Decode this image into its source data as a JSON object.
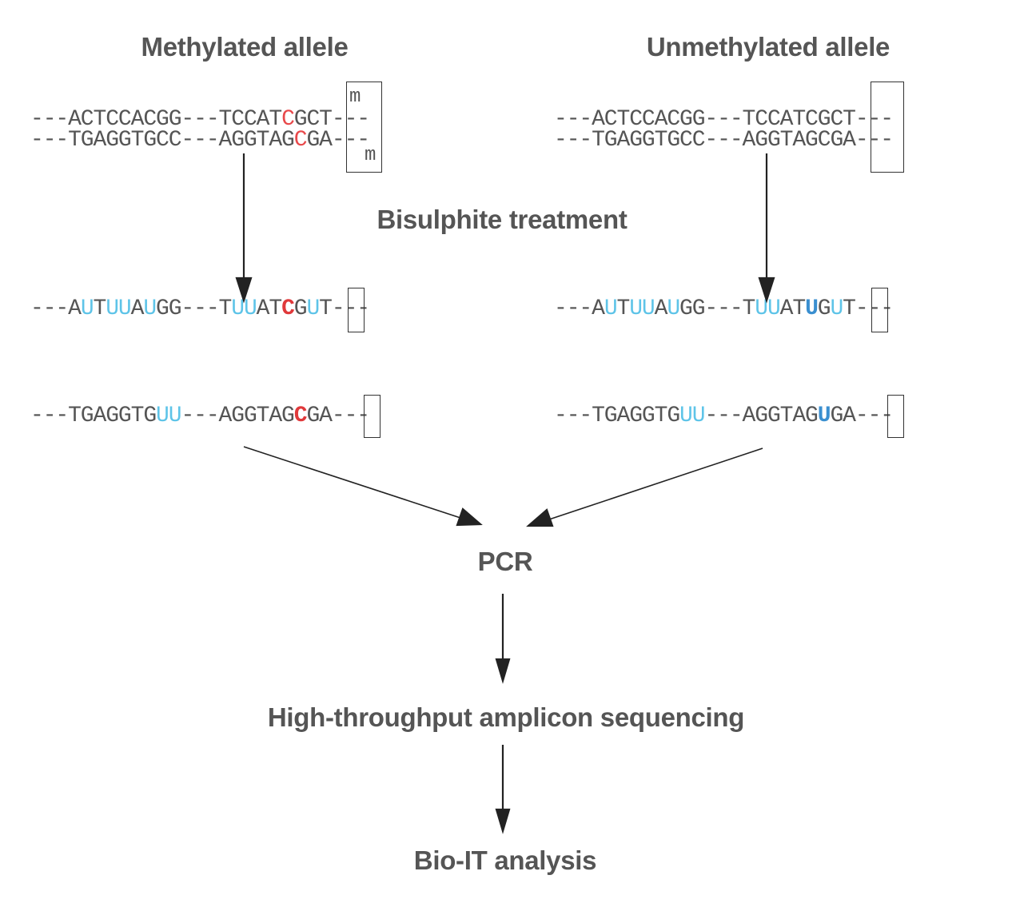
{
  "headings": {
    "methylated": "Methylated allele",
    "unmethylated": "Unmethylated allele",
    "treatment": "Bisulphite treatment",
    "pcr": "PCR",
    "sequencing": "High-throughput amplicon sequencing",
    "analysis": "Bio-IT analysis"
  },
  "methylation_mark": "m",
  "sequences": {
    "methylated": {
      "top": "---ACTCCACGG---TCCATCGCT---",
      "bottom": "---TGAGGTGCC---AGGTAGCGA---",
      "converted_top": "---AUTUUAUGG---TUUATCGUT---",
      "converted_bottom": "---TGAGGTGUU---AGGTAGCGA---"
    },
    "unmethylated": {
      "top": "---ACTCCACGG---TCCATCGCT---",
      "bottom": "---TGAGGTGCC---AGGTAGCGA---",
      "converted_top": "---AUTUUAUGG---TUUATUGUT---",
      "converted_bottom": "---TGAGGTGUU---AGGTAGUGA---"
    }
  },
  "colors": {
    "text": "#555555",
    "uracil": "#5ec4e8",
    "uracil_highlight": "#3a8fd0",
    "methyl_cytosine": "#e8484a"
  }
}
